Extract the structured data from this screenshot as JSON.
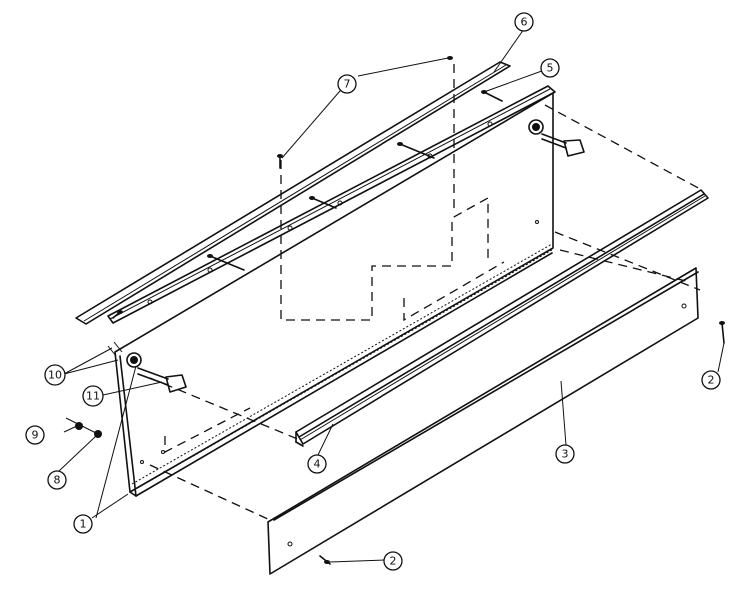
{
  "callouts": [
    {
      "label": "1"
    },
    {
      "label": "2"
    },
    {
      "label": "2"
    },
    {
      "label": "3"
    },
    {
      "label": "4"
    },
    {
      "label": "5"
    },
    {
      "label": "6"
    },
    {
      "label": "7"
    },
    {
      "label": "8"
    },
    {
      "label": "9"
    },
    {
      "label": "10"
    },
    {
      "label": "11"
    }
  ]
}
